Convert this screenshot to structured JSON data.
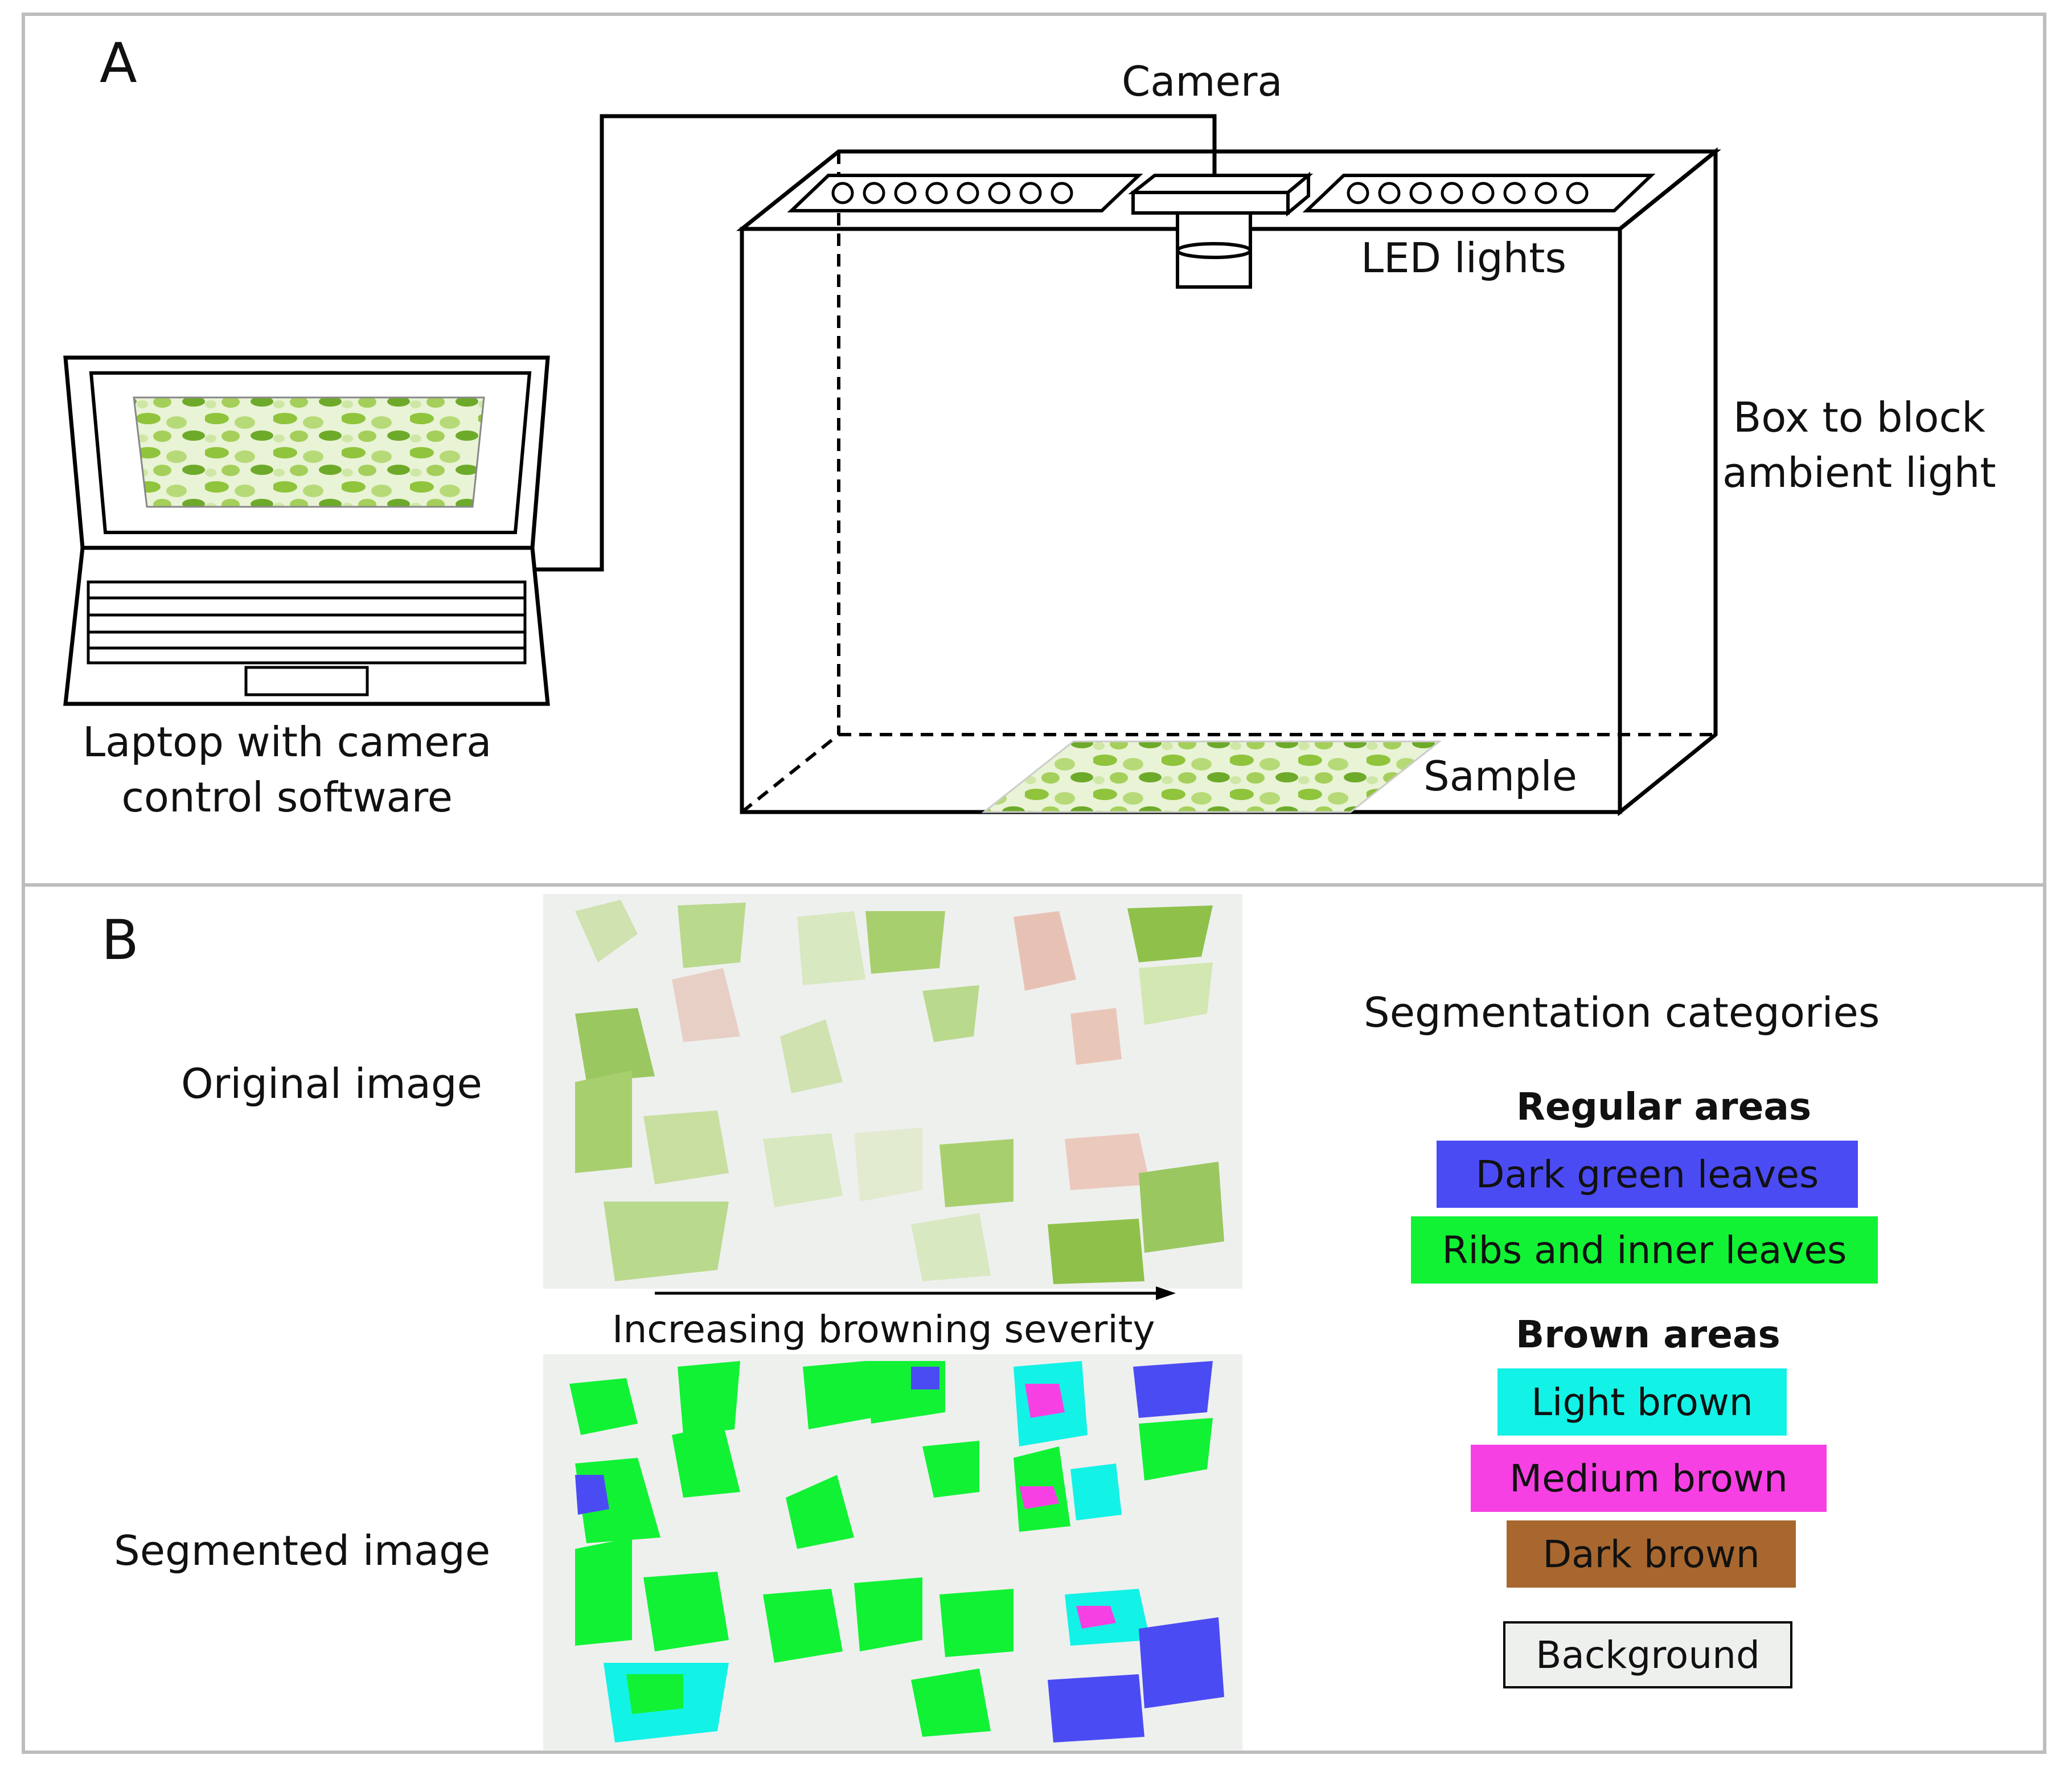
{
  "panelA": {
    "letter": "A",
    "camera_label": "Camera",
    "led_label": "LED lights",
    "box_label": [
      "Box to block",
      "ambient light"
    ],
    "sample_label": "Sample",
    "laptop_label": [
      "Laptop with camera",
      "control software"
    ]
  },
  "panelB": {
    "letter": "B",
    "original_label": "Original image",
    "segmented_label": "Segmented image",
    "arrow_label": "Increasing browning severity",
    "legend_title": "Segmentation categories",
    "regular_heading": "Regular areas",
    "brown_heading": "Brown areas",
    "categories": {
      "dark_green": {
        "label": "Dark green leaves",
        "color": "#4b4bf4"
      },
      "ribs": {
        "label": "Ribs and inner leaves",
        "color": "#11f235"
      },
      "light_brown": {
        "label": "Light brown",
        "color": "#13f2e6"
      },
      "medium_brown": {
        "label": "Medium brown",
        "color": "#f640e4"
      },
      "dark_brown": {
        "label": "Dark brown",
        "color": "#a8672f"
      },
      "background": {
        "label": "Background",
        "color": "#eef0ee"
      }
    }
  }
}
